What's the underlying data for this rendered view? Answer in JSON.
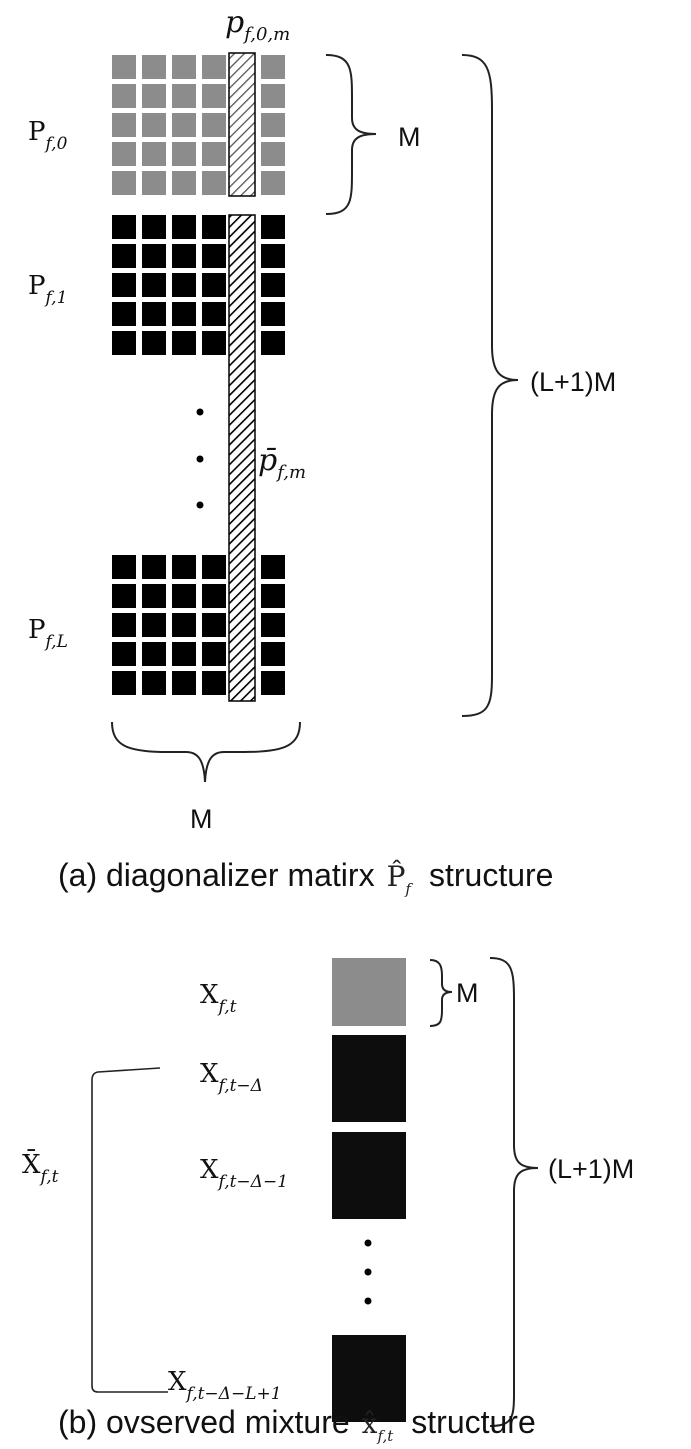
{
  "part_a": {
    "top_column_label": {
      "main": "p",
      "sub": "f,0,m"
    },
    "middle_column_label": {
      "main": "p̄",
      "sub": "f,m"
    },
    "row_labels": [
      {
        "main": "P",
        "sub": "f,0"
      },
      {
        "main": "P",
        "sub": "f,1"
      },
      {
        "main": "P",
        "sub": "f,L"
      }
    ],
    "block_brace_label": "M",
    "total_brace_label": "(L+1)M",
    "width_brace_label": "M",
    "caption_prefix": "(a) diagonalizer matirx",
    "caption_symbol": "P̂",
    "caption_symbol_sub": "f",
    "caption_suffix": "structure",
    "colors": {
      "first_block": "#8c8c8c",
      "other_blocks": "#000000"
    }
  },
  "part_b": {
    "row_labels": [
      {
        "main": "X",
        "sub": "f,t"
      },
      {
        "main": "X",
        "sub": "f,t−Δ"
      },
      {
        "main": "X",
        "sub": "f,t−Δ−1"
      },
      {
        "main": "X",
        "sub": "f,t−Δ−L+1"
      }
    ],
    "group_label": {
      "main": "X̄",
      "sub": "f,t"
    },
    "block_brace_label": "M",
    "total_brace_label": "(L+1)M",
    "caption_prefix": "(b) ovserved mixture",
    "caption_symbol": "x̂",
    "caption_symbol_sub": "f,t",
    "caption_suffix": "structure",
    "colors": {
      "first_block": "#8c8c8c",
      "other_blocks": "#0d0d0d"
    }
  }
}
